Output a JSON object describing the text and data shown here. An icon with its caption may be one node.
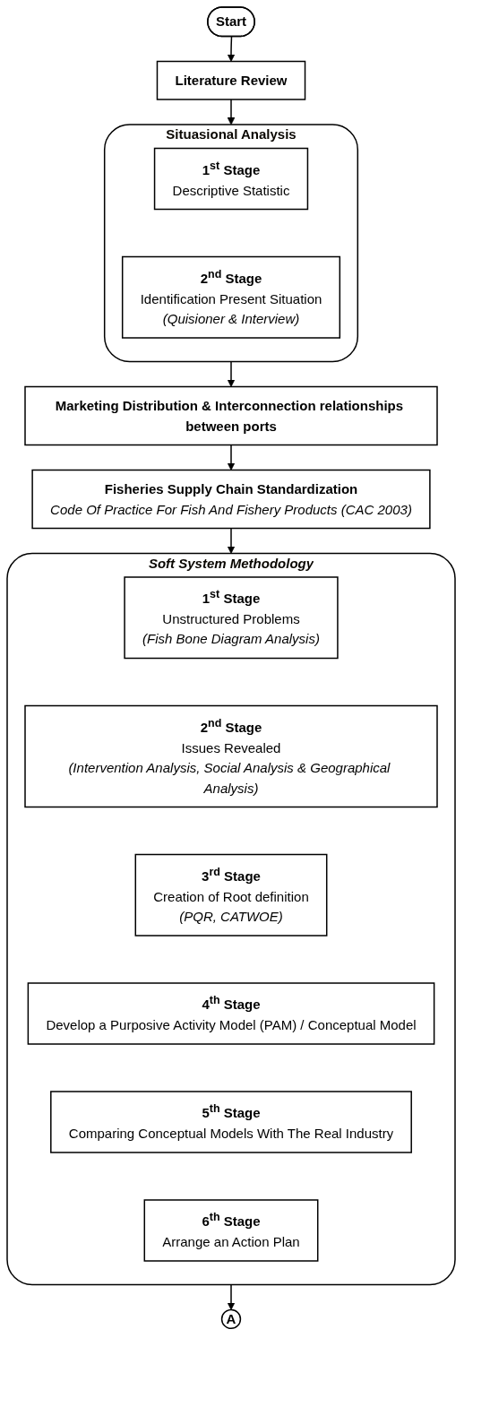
{
  "diagram": {
    "nodes": [
      {
        "text": [
          "Start"
        ]
      },
      {
        "text": [
          "Literature Review"
        ]
      },
      {
        "text": [
          "Situasional Analysis"
        ]
      },
      {
        "text": [
          "1$^{st}$ Stage",
          "Descriptive Statistic"
        ],
        "in": 2
      },
      {
        "text": [
          "2$^{nd}$ Stage",
          "Identification Present Situation",
          "(Quisioner & Interview)"
        ],
        "in": 2
      },
      {
        "text": [
          "Marketing Distribution & Interconnection relationships between ports"
        ]
      },
      {
        "text": [
          "Fisheries Supply Chain Standardization",
          "Code Of Practice For Fish And Fishery Products (CAC 2003)"
        ]
      },
      {
        "text": [
          "Soft System Methodology"
        ]
      },
      {
        "text": [
          "1$^{st}$ Stage",
          "Unstructured Problems",
          "(Fish Bone Diagram Analysis)"
        ],
        "in": 7
      },
      {
        "text": [
          "2$^{nd}$ Stage",
          "Issues Revealed",
          "(Intervention Analysis, Social Analysis & Geographical Analysis)"
        ],
        "in": 7
      },
      {
        "text": [
          "3$^{rd}$ Stage",
          "Creation of Root definition",
          "(PQR, CATWOE)"
        ],
        "in": 7
      },
      {
        "text": [
          "4$^{th}$ Stage",
          "Develop a Purposive Activity Model (PAM) / Conceptual Model"
        ],
        "in": 7
      },
      {
        "text": [
          "5$^{th}$ Stage",
          "Comparing Conceptual Models With The Real Industry"
        ],
        "in": 7
      },
      {
        "text": [
          "6$^{th}$ Stage",
          "Arrange an Action Plan"
        ],
        "in": 7
      },
      {
        "text": [
          "A"
        ]
      }
    ],
    "edges": [
      {
        "from": 0,
        "to": 1,
        "arrow": "to"
      },
      {
        "from": 1,
        "to": 2,
        "arrow": "to"
      },
      {
        "from": 2,
        "to": 5,
        "arrow": "to"
      },
      {
        "from": 5,
        "to": 6,
        "arrow": "to"
      },
      {
        "from": 6,
        "to": 7,
        "arrow": "to"
      },
      {
        "from": 7,
        "to": 14,
        "arrow": "to"
      }
    ]
  }
}
